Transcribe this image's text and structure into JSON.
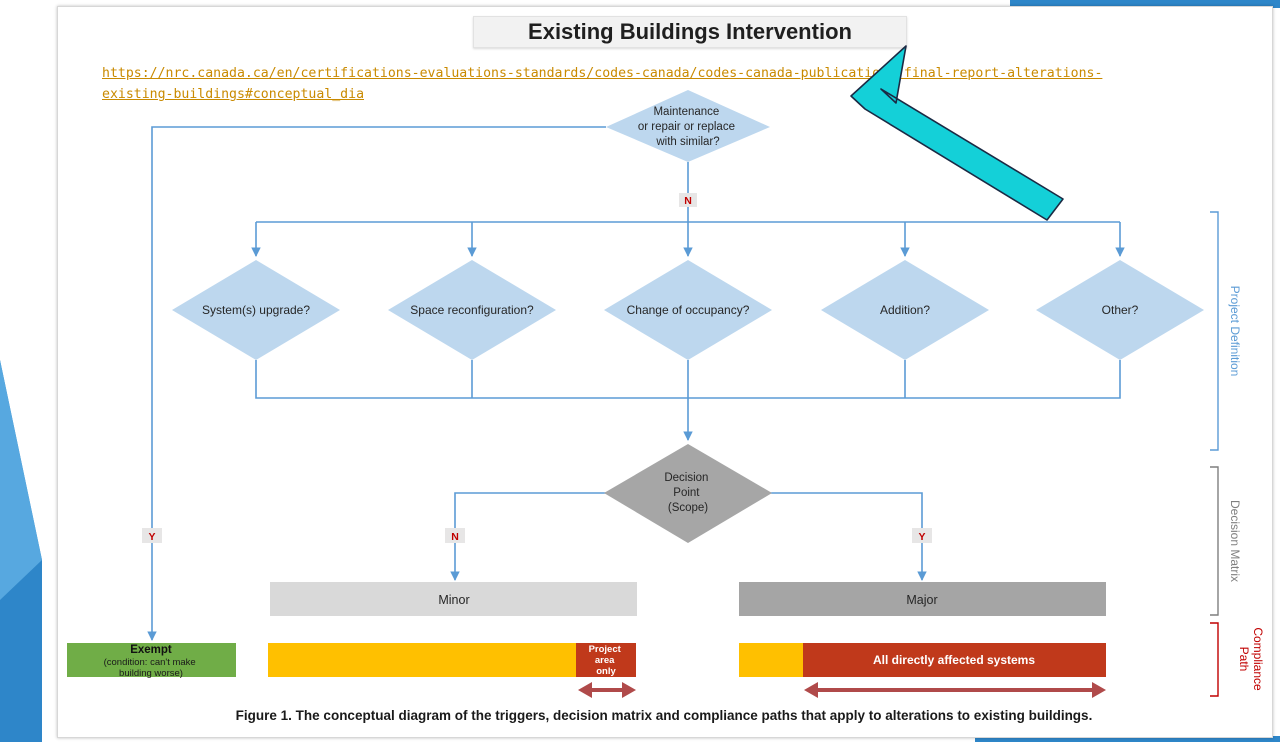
{
  "title": "Existing Buildings Intervention",
  "link": {
    "line1": "https://nrc.canada.ca/en/certifications-evaluations-standards/codes-canada/codes-canada-publications/final-report-alterations-",
    "line2": "existing-buildings#conceptual_dia"
  },
  "diagram": {
    "top_decision": [
      "Maintenance",
      "or repair or replace",
      "with similar?"
    ],
    "project_types": [
      "System(s) upgrade?",
      "Space reconfiguration?",
      "Change of occupancy?",
      "Addition?",
      "Other?"
    ],
    "decision_point": [
      "Decision",
      "Point",
      "(Scope)"
    ],
    "minor": "Minor",
    "major": "Major",
    "exempt_title": "Exempt",
    "exempt_note": [
      "(condition: can't make",
      "building worse)"
    ],
    "project_area": [
      "Project",
      "area",
      "only"
    ],
    "all_systems": "All directly affected systems",
    "branch_labels": {
      "n_top": "N",
      "y_left": "Y",
      "n_decision": "N",
      "y_decision": "Y"
    },
    "side_labels": {
      "project_definition": "Project Definition",
      "decision_matrix": "Decision Matrix",
      "compliance_path": [
        "Compliance",
        "Path"
      ]
    }
  },
  "caption": "Figure 1. The conceptual diagram of the triggers, decision matrix and compliance paths that apply to alterations to existing buildings.",
  "colors": {
    "slide_accent": "#2e86c9",
    "diamond_blue": "#bdd7ee",
    "connector_blue": "#5b9bd5",
    "decision_gray": "#a6a6a6",
    "minor_gray": "#d9d9d9",
    "major_gray": "#a5a5a5",
    "exempt_green": "#70ad47",
    "bar_yellow": "#ffc000",
    "bar_red": "#c0391b",
    "arrow_red": "#b04a4a",
    "callout_cyan": "#14d0d8"
  }
}
